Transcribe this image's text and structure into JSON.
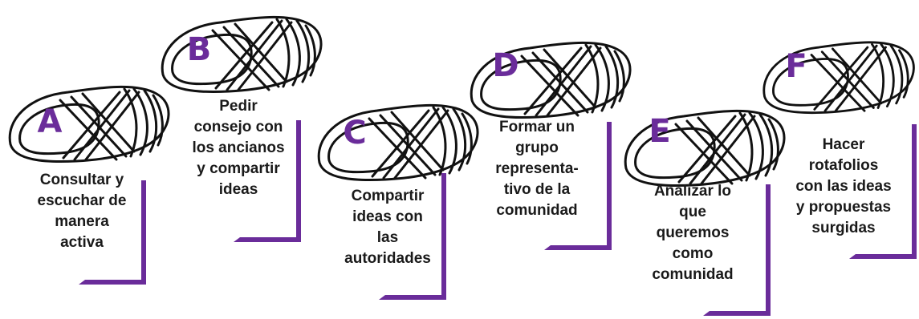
{
  "accent_color": "#6a2c9a",
  "steps": [
    {
      "letter": "A",
      "line1": "Consultar y",
      "line2": "escuchar de",
      "line3": "manera",
      "line4": "activa",
      "line5": ""
    },
    {
      "letter": "B",
      "line1": "Pedir",
      "line2": "consejo con",
      "line3": "los ancianos",
      "line4": "y compartir",
      "line5": "ideas"
    },
    {
      "letter": "C",
      "line1": "Compartir",
      "line2": "ideas con",
      "line3": "las",
      "line4": "autoridades",
      "line5": ""
    },
    {
      "letter": "D",
      "line1": "Formar un",
      "line2": "grupo",
      "line3": "representa-",
      "line4": "tivo de la",
      "line5": "comunidad"
    },
    {
      "letter": "E",
      "line1": "Analizar lo",
      "line2": "que",
      "line3": "queremos",
      "line4": "como",
      "line5": "comunidad"
    },
    {
      "letter": "F",
      "line1": "Hacer",
      "line2": "rotafolios",
      "line3": "con las ideas",
      "line4": "y propuestas",
      "line5": "surgidas"
    }
  ]
}
